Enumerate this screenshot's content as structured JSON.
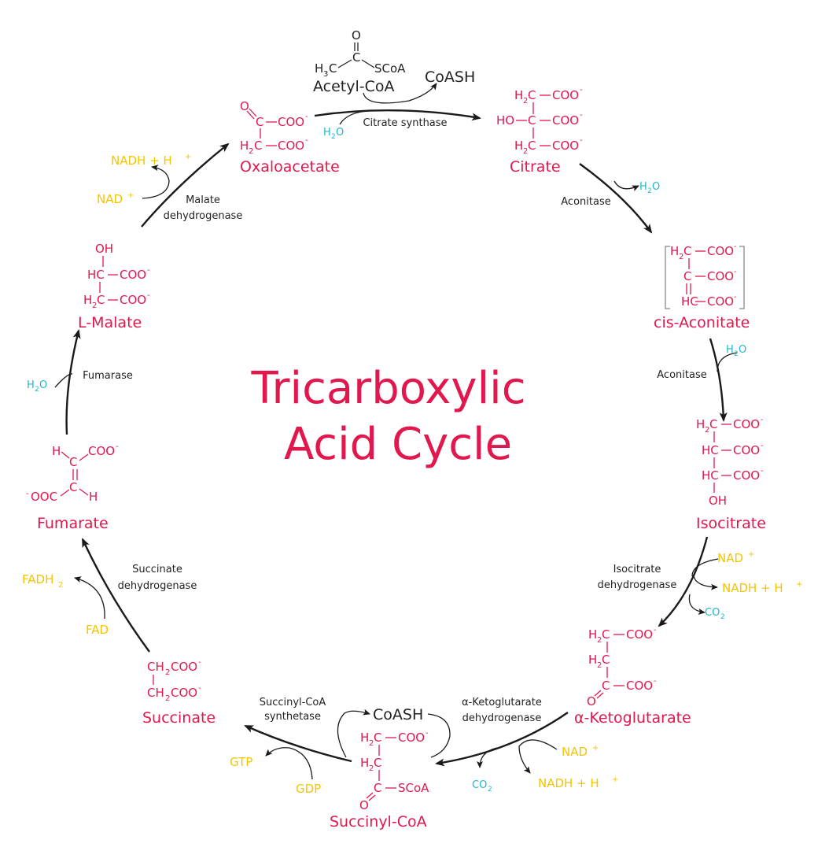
{
  "title": {
    "line1": "Tricarboxylic",
    "line2": "Acid Cycle"
  },
  "metabolites": {
    "oxaloacetate": "Oxaloacetate",
    "citrate": "Citrate",
    "cis_aconitate": "cis-Aconitate",
    "isocitrate": "Isocitrate",
    "alpha_ketoglutarate": "α-Ketoglutarate",
    "succinyl_coa": "Succinyl-CoA",
    "succinate": "Succinate",
    "fumarate": "Fumarate",
    "l_malate": "L-Malate",
    "acetyl_coa": "Acetyl-CoA"
  },
  "enzymes": {
    "citrate_synthase": "Citrate synthase",
    "aconitase_1": "Aconitase",
    "aconitase_2": "Aconitase",
    "isocitrate_dh": [
      "Isocitrate",
      "dehydrogenase"
    ],
    "akg_dh": [
      "α-Ketoglutarate",
      "dehydrogenase"
    ],
    "succinyl_coa_synthetase": [
      "Succinyl-CoA",
      "synthetase"
    ],
    "succinate_dh": [
      "Succinate",
      "dehydrogenase"
    ],
    "fumarase": "Fumarase",
    "malate_dh": [
      "Malate",
      "dehydrogenase"
    ]
  },
  "cofactors": {
    "coash_1": "CoASH",
    "coash_2": "CoASH",
    "nad": "NAD",
    "nadh": "NADH + H",
    "plus": "+",
    "gtp": "GTP",
    "gdp": "GDP",
    "fad": "FAD",
    "fadh": "FADH",
    "h2o_h": "H",
    "h2o_o": "O",
    "co2_c": "CO",
    "sub2": "2"
  },
  "chem": {
    "coo": "COO",
    "minus": "-",
    "h2c": "H",
    "c": "C",
    "hc": "HC",
    "ho": "HO",
    "oh": "OH",
    "o": "O",
    "h": "H",
    "ooc": "OOC",
    "scoa": "SCoA",
    "ch2": "CH",
    "sub2": "2",
    "sub3": "3"
  },
  "colors": {
    "metabolite": "#e0184d",
    "cofactor": "#f5c400",
    "water_co2": "#1fb6c8",
    "enzyme": "#222222",
    "arrow": "#1a1a1a"
  }
}
